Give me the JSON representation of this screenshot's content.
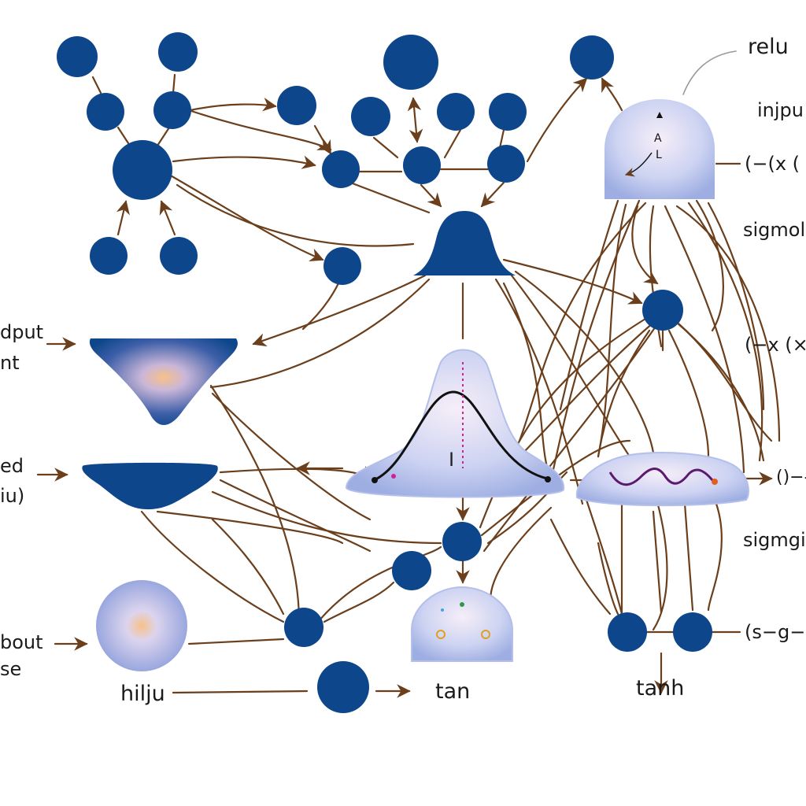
{
  "colors": {
    "node": "#0d468a",
    "arrow": "#6b3f1c",
    "shape_fill_light": "#eef0fb",
    "shape_fill_mid": "#c9cdf0",
    "shape_fill_edge": "#a7b2e4",
    "glow_center": "#f7c189",
    "curve": "#111111",
    "wave": "#5c1a6e",
    "accent_dot": "#d0209a"
  },
  "labels": {
    "relu": "relu",
    "injpu": "injpu",
    "formula_top": "(−(x (",
    "sigmoid_top": "sigmoli",
    "formula_mid": "(−x (×",
    "formula_right": "()−-",
    "sigmoid_bottom": "sigmgi",
    "formula_bottom": "(s−g−",
    "tanh": "tanh",
    "tan": "tan",
    "hilju": "hilju",
    "output_1": "dput",
    "output_2": "nt",
    "hidden_1": "ed",
    "hidden_2": "iu)",
    "bout_1": "bout",
    "bout_2": "se",
    "glyph_a1": "A",
    "glyph_a2": "A",
    "glyph_l": "L",
    "glyph_bar": "I"
  }
}
